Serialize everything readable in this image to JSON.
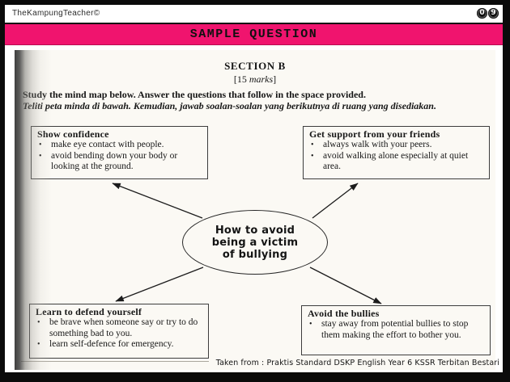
{
  "header": {
    "brand": "TheKampungTeacher©",
    "page_badges": [
      "0",
      "9"
    ]
  },
  "banner": {
    "title": "SAMPLE QUESTION",
    "color": "#F0146E"
  },
  "worksheet": {
    "section_title": "SECTION B",
    "marks_prefix": "[15 ",
    "marks_italic": "marks",
    "marks_suffix": "]",
    "instruction_en": "Study the mind map below. Answer the questions that follow in the space provided.",
    "instruction_ms": "Teliti peta minda di bawah. Kemudian, jawab soalan-soalan yang berikutnya di ruang yang disediakan.",
    "mindmap": {
      "center_lines": [
        "How to avoid",
        "being a victim",
        "of bullying"
      ],
      "boxes": [
        {
          "title": "Show confidence",
          "bullets": [
            "make eye contact with people.",
            "avoid bending down your body or looking at the ground."
          ]
        },
        {
          "title": "Get support from your friends",
          "bullets": [
            "always walk with your peers.",
            "avoid walking alone especially at quiet area."
          ]
        },
        {
          "title": "Learn to defend yourself",
          "bullets": [
            "be brave when someone say or try to do something bad to you.",
            "learn self-defence for emergency."
          ]
        },
        {
          "title": "Avoid the bullies",
          "bullets": [
            "stay away from potential bullies to stop them making the effort to bother you."
          ]
        }
      ]
    },
    "attribution": "Taken from : Praktis Standard DSKP English Year 6 KSSR  Terbitan Bestari"
  }
}
